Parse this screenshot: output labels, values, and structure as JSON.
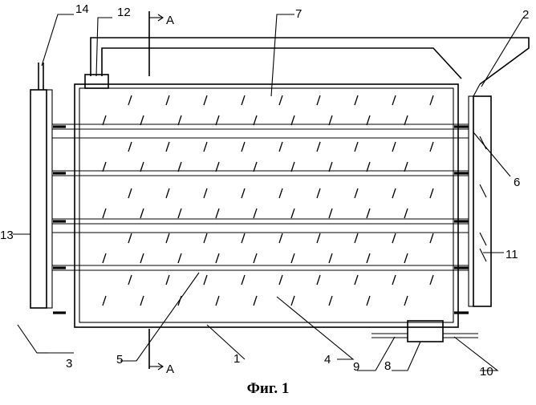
{
  "figure": {
    "caption": "Фиг. 1",
    "section_label": "А",
    "labels": [
      "1",
      "2",
      "3",
      "4",
      "5",
      "6",
      "7",
      "8",
      "9",
      "10",
      "11",
      "12",
      "13",
      "14"
    ]
  }
}
